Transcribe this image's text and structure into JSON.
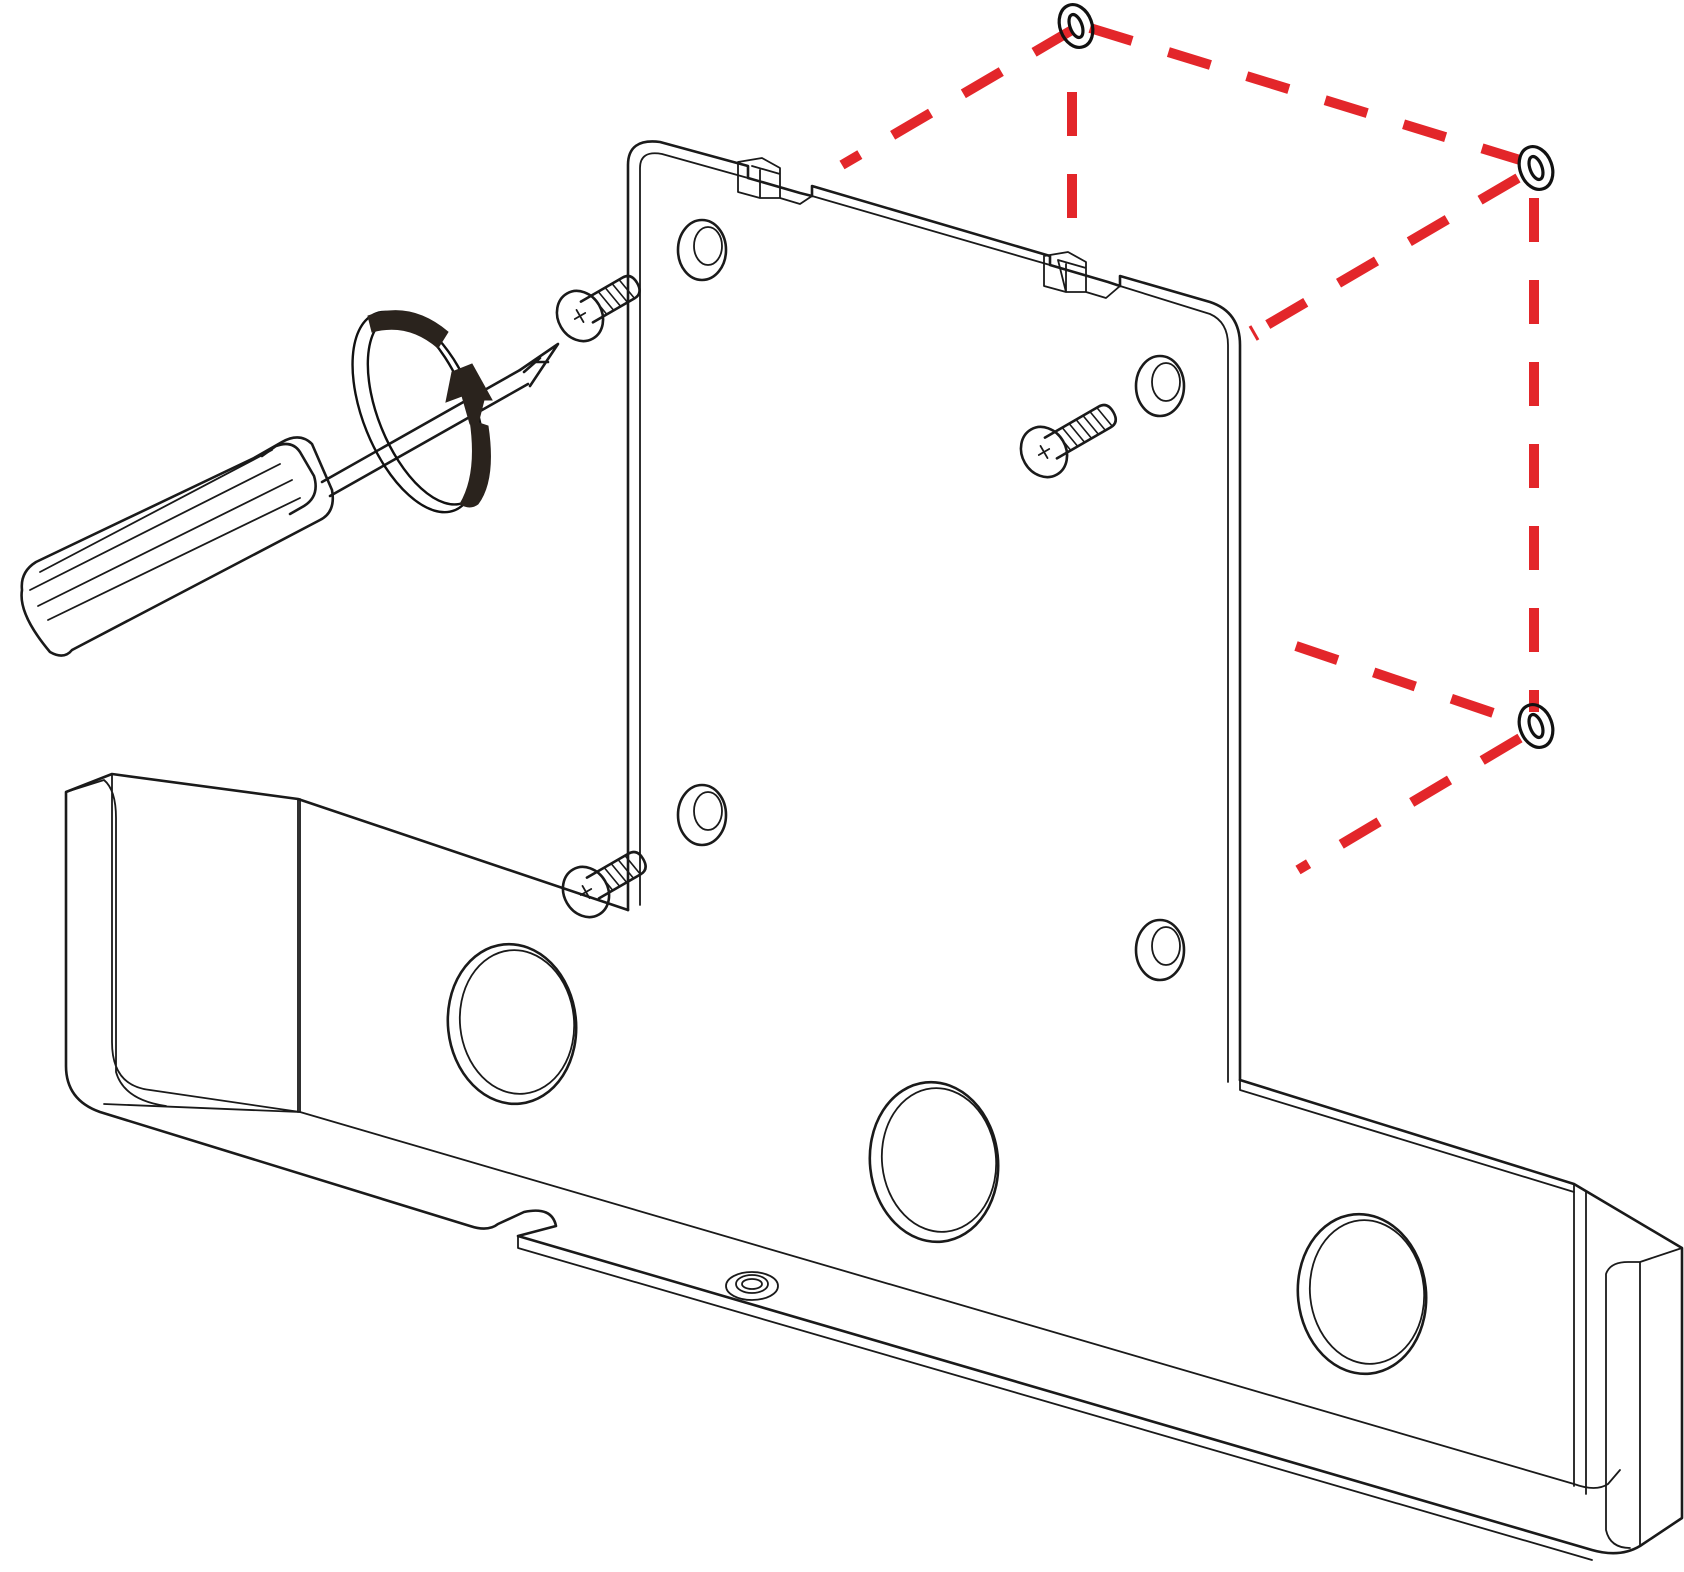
{
  "figure": {
    "kind": "assembly-illustration",
    "line_color": "#1a1a1a",
    "guide_color": "#e3262a",
    "arrow_color": "#2a231d",
    "background": "#ffffff"
  },
  "parts": {
    "bracket": "wall-mount-bracket",
    "screws": [
      "screw-top-left",
      "screw-right",
      "screw-bottom-left"
    ],
    "tool": "phillips-screwdriver",
    "rotation": "clockwise-arrow",
    "mount_points": [
      "mount-point-top",
      "mount-point-right-upper",
      "mount-point-right-lower"
    ]
  }
}
